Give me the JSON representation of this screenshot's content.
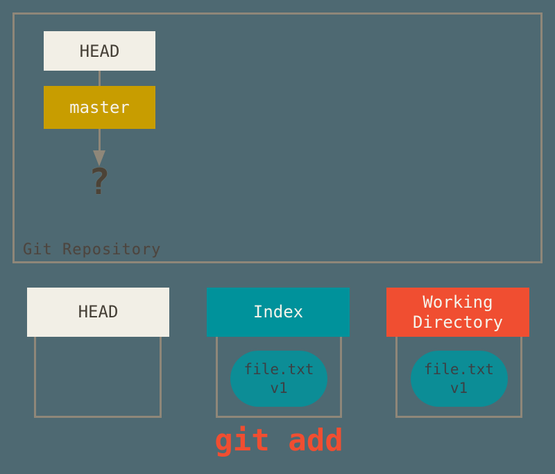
{
  "colors": {
    "background": "#4e6972",
    "line": "#8f8779",
    "box_offwhite": "#f2efe6",
    "box_gold": "#c89d00",
    "box_teal": "#00929b",
    "pill_teal": "#0c8d96",
    "box_red": "#f04e31",
    "text_dark": "#453f36",
    "text_light": "#f6f3ea",
    "text_pill": "#3c4044",
    "text_repo_label": "#4a4540",
    "text_question": "#4c4337",
    "caption_red": "#f04e31"
  },
  "repository": {
    "label": "Git Repository",
    "head_label": "HEAD",
    "branch_label": "master",
    "unknown_commit": "?"
  },
  "areas": {
    "head": {
      "label": "HEAD"
    },
    "index": {
      "label": "Index",
      "file": {
        "name": "file.txt",
        "version": "v1"
      }
    },
    "working_directory": {
      "label": "Working Directory",
      "file": {
        "name": "file.txt",
        "version": "v1"
      }
    }
  },
  "caption": "git add"
}
